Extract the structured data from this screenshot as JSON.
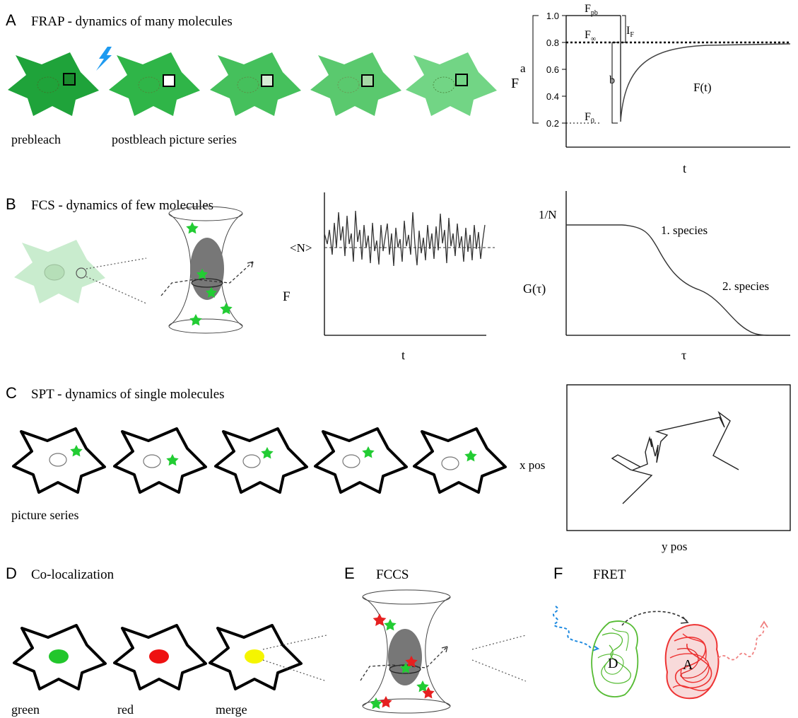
{
  "panels": {
    "a": {
      "letter": "A",
      "title": "FRAP - dynamics of many molecules",
      "caption_prebleach": "prebleach",
      "caption_postbleach": "postbleach picture series",
      "graph": {
        "y_ticks": [
          "1.0",
          "0.8",
          "0.6",
          "0.4",
          "0.2"
        ],
        "y_label": "F",
        "x_label": "t",
        "curve_label": "F(t)",
        "bracket_a": "a",
        "bracket_b": "b",
        "label_fpb_main": "F",
        "label_fpb_sub": "pb",
        "label_finf_main": "F",
        "label_finf_sub": "∞",
        "label_f0_main": "F",
        "label_f0_sub": "0",
        "label_if_main": "I",
        "label_if_sub": "F"
      }
    },
    "b": {
      "letter": "B",
      "title": "FCS - dynamics of few molecules",
      "trace_mean_label": "<N>",
      "trace_y_label": "F",
      "trace_x_label": "t",
      "corr_y_tick": "1/N",
      "corr_y_label": "G(τ)",
      "corr_x_label": "τ",
      "species_1": "1. species",
      "species_2": "2. species"
    },
    "c": {
      "letter": "C",
      "title": "SPT - dynamics of single molecules",
      "caption": "picture series",
      "track_y_label": "x pos",
      "track_x_label": "y pos"
    },
    "d": {
      "letter": "D",
      "title": "Co-localization",
      "caption_green": "green",
      "caption_red": "red",
      "caption_merge": "merge"
    },
    "e": {
      "letter": "E",
      "title": "FCCS"
    },
    "f": {
      "letter": "F",
      "title": "FRET",
      "donor": "D",
      "acceptor": "A"
    }
  },
  "colors": {
    "cell_green_1": "#1fa33a",
    "cell_green_2": "#2fb548",
    "cell_green_3": "#45c05c",
    "cell_green_4": "#5ac96e",
    "cell_green_5": "#72d585",
    "cell_pale": "#c9ecce",
    "star_green": "#22cc33",
    "star_red": "#e62020",
    "dot_green": "#22c62c",
    "dot_red": "#ee1111",
    "dot_yellow": "#f5f500",
    "lightning": "#1e9af0",
    "donor": "#55bb33",
    "acceptor": "#ee3333"
  }
}
